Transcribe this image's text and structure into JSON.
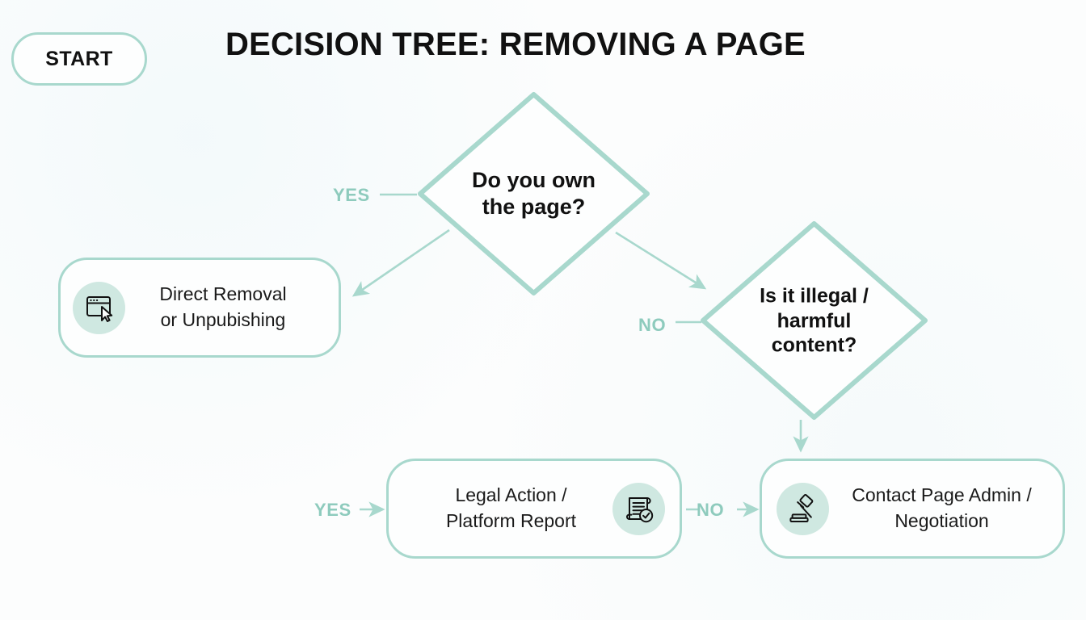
{
  "diagram": {
    "title": "DECISION TREE: REMOVING A PAGE",
    "start": {
      "label": "START"
    },
    "colors": {
      "accent": "#a8d8cd",
      "accent_text": "#8ecbbd",
      "icon_bubble": "#cfe8e1",
      "text": "#111111",
      "background": "#fcfdfd"
    },
    "nodes": [
      {
        "id": "start",
        "type": "terminator",
        "label": "START"
      },
      {
        "id": "own-page",
        "type": "decision",
        "label": "Do you own\nthe page?"
      },
      {
        "id": "direct-removal",
        "type": "process",
        "label": "Direct Removal\nor Unpubishing",
        "icon": "browser-window-cursor-icon"
      },
      {
        "id": "illegal-content",
        "type": "decision",
        "label": "Is it illegal /\nharmful\ncontent?"
      },
      {
        "id": "legal-action",
        "type": "process",
        "label": "Legal Action /\nPlatform Report",
        "icon": "document-check-icon"
      },
      {
        "id": "contact-admin",
        "type": "process",
        "label": "Contact Page Admin /\nNegotiation",
        "icon": "gavel-icon"
      }
    ],
    "edges": [
      {
        "id": "own-yes",
        "from": "own-page",
        "to": "direct-removal",
        "label": "YES"
      },
      {
        "id": "own-no",
        "from": "own-page",
        "to": "illegal-content",
        "label": "NO"
      },
      {
        "id": "illegal-yes",
        "from": "illegal-content",
        "to": "legal-action",
        "label": "YES"
      },
      {
        "id": "illegal-no",
        "from": "legal-action",
        "to": "contact-admin",
        "label": "NO"
      }
    ]
  }
}
